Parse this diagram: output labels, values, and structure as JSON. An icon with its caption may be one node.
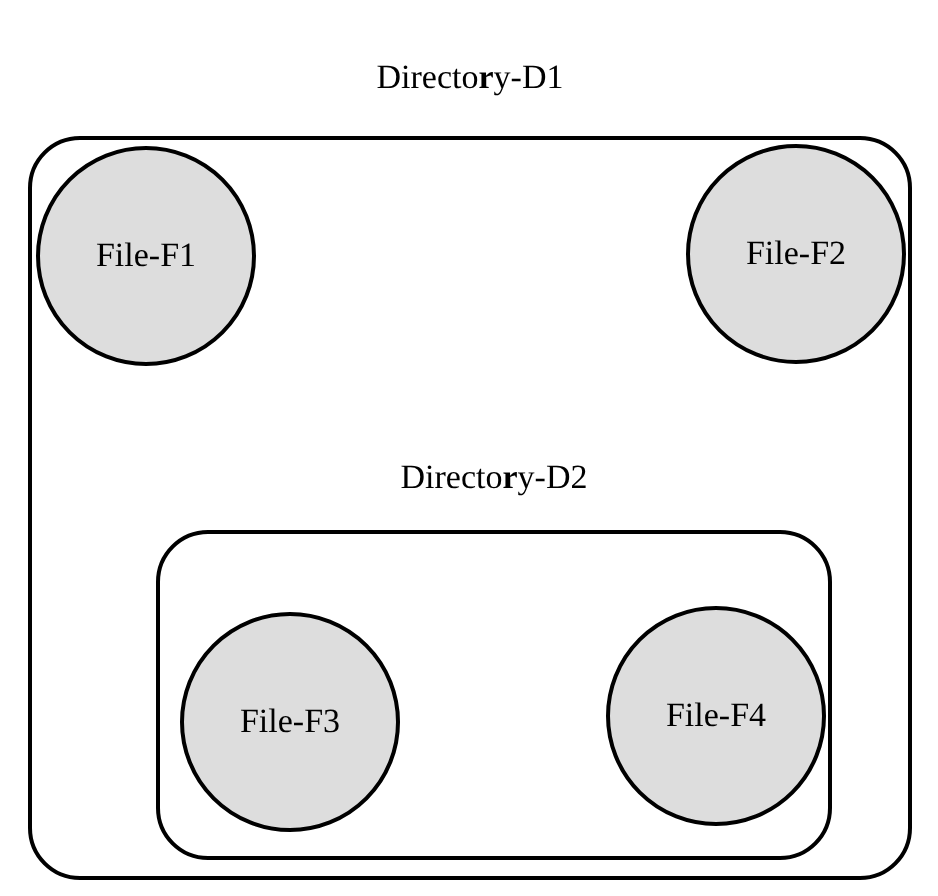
{
  "diagram": {
    "nodes": [
      {
        "text": [
          "Directo**r**y-D1"
        ]
      },
      {
        "text": [
          "File-F1"
        ],
        "in": 0
      },
      {
        "text": [
          "File-F2"
        ],
        "in": 0
      },
      {
        "text": [
          "Directo**r**y-D2"
        ],
        "in": 0
      },
      {
        "text": [
          "File-F3"
        ],
        "in": 3
      },
      {
        "text": [
          "File-F4"
        ],
        "in": 3
      }
    ]
  }
}
